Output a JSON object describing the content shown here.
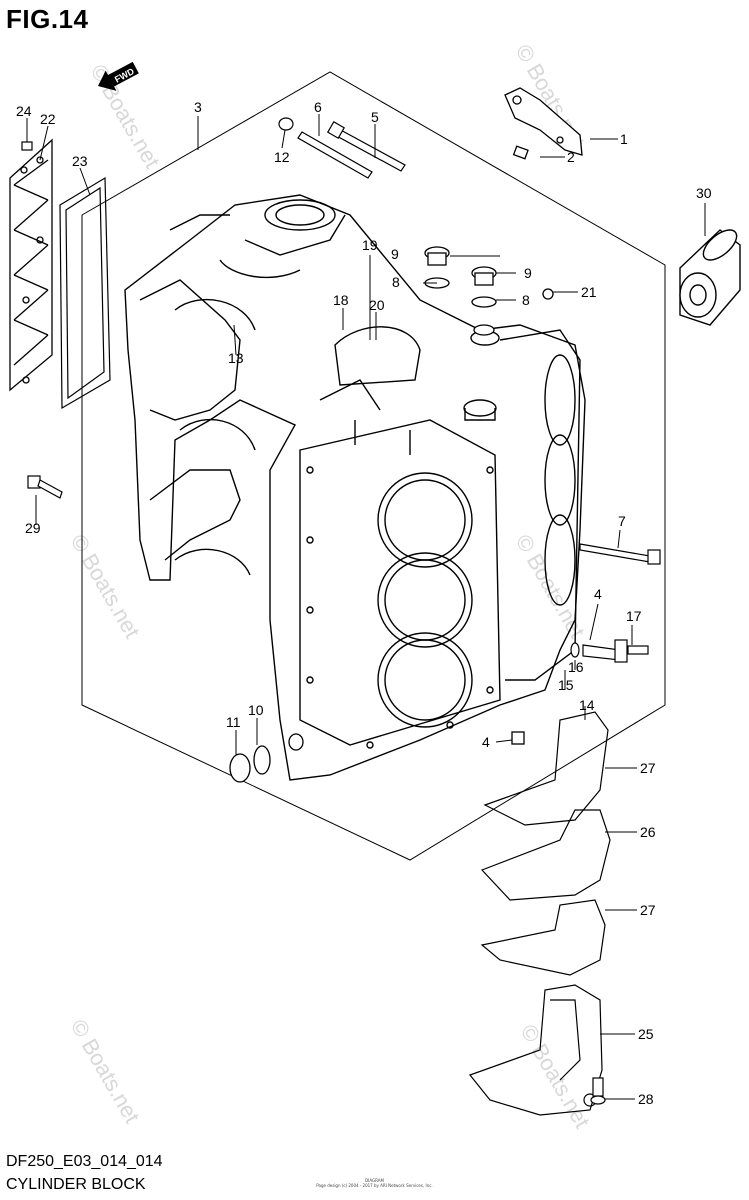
{
  "figure": {
    "title": "FIG.14",
    "code": "DF250_E03_014_014",
    "caption": "CYLINDER BLOCK",
    "fwd_label": "FWD",
    "copyright_line1": "DIAGRAM",
    "copyright_line2": "Page design (c) 2004 - 2017 by ARI Network Services, Inc."
  },
  "watermark": {
    "text": "© Boats.net",
    "color": "#d8d8d8"
  },
  "callouts": [
    {
      "id": "c24",
      "label": "24"
    },
    {
      "id": "c22",
      "label": "22"
    },
    {
      "id": "c23",
      "label": "23"
    },
    {
      "id": "c3",
      "label": "3"
    },
    {
      "id": "c6",
      "label": "6"
    },
    {
      "id": "c5",
      "label": "5"
    },
    {
      "id": "c12",
      "label": "12"
    },
    {
      "id": "c1",
      "label": "1"
    },
    {
      "id": "c2",
      "label": "2"
    },
    {
      "id": "c30",
      "label": "30"
    },
    {
      "id": "c19",
      "label": "19"
    },
    {
      "id": "c9a",
      "label": "9"
    },
    {
      "id": "c8a",
      "label": "8"
    },
    {
      "id": "c9b",
      "label": "9"
    },
    {
      "id": "c8b",
      "label": "8"
    },
    {
      "id": "c21",
      "label": "21"
    },
    {
      "id": "c18",
      "label": "18"
    },
    {
      "id": "c20",
      "label": "20"
    },
    {
      "id": "c13",
      "label": "13"
    },
    {
      "id": "c29",
      "label": "29"
    },
    {
      "id": "c7",
      "label": "7"
    },
    {
      "id": "c4a",
      "label": "4"
    },
    {
      "id": "c17",
      "label": "17"
    },
    {
      "id": "c16",
      "label": "16"
    },
    {
      "id": "c15",
      "label": "15"
    },
    {
      "id": "c14",
      "label": "14"
    },
    {
      "id": "c11",
      "label": "11"
    },
    {
      "id": "c10",
      "label": "10"
    },
    {
      "id": "c4b",
      "label": "4"
    },
    {
      "id": "c27a",
      "label": "27"
    },
    {
      "id": "c26",
      "label": "26"
    },
    {
      "id": "c27b",
      "label": "27"
    },
    {
      "id": "c25",
      "label": "25"
    },
    {
      "id": "c28",
      "label": "28"
    }
  ]
}
